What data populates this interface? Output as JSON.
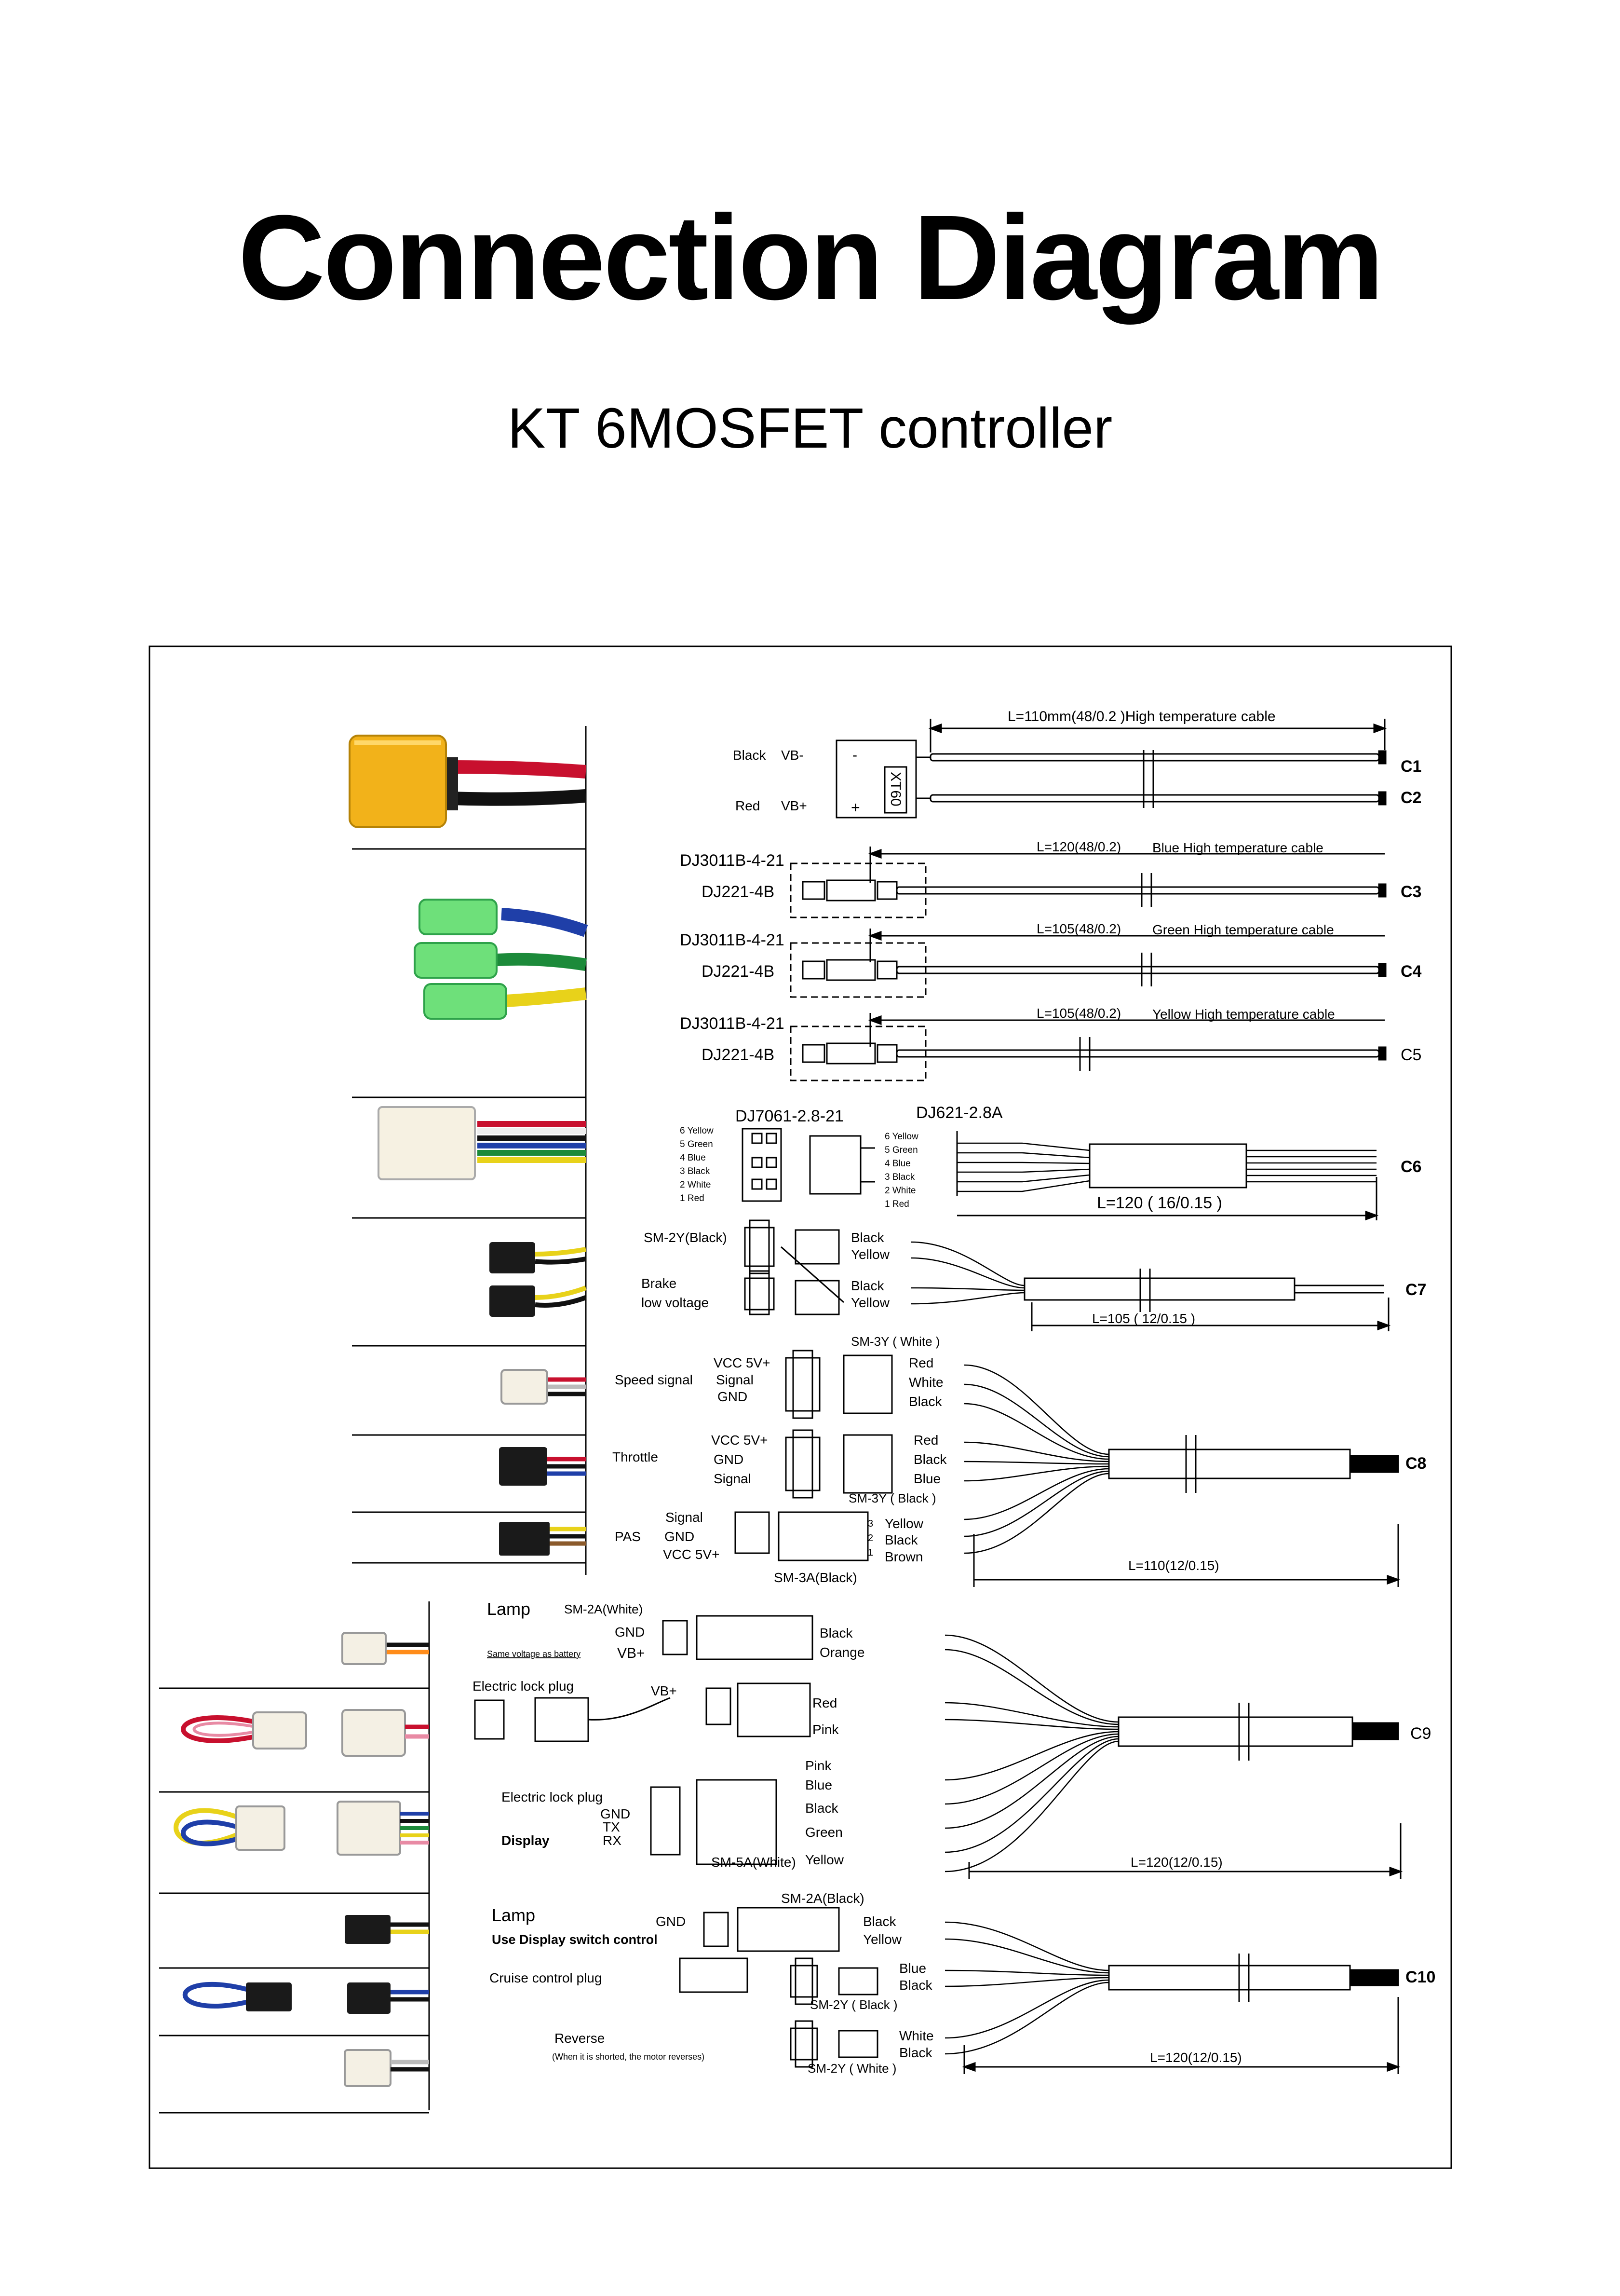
{
  "title": "Connection Diagram",
  "subtitle": "KT 6MOSFET controller",
  "cables": {
    "c1": {
      "id": "C1",
      "length": "L=110mm(48/0.2 )High temperature cable",
      "conn": "XT60",
      "black": "Black",
      "vbm": "VB-",
      "red": "Red",
      "vbp": "VB+",
      "minus": "-",
      "plus": "+"
    },
    "c3": {
      "id": "C3",
      "length": "L=120(48/0.2)",
      "desc": "Blue High temperature cable",
      "housing": "DJ3011B-4-21",
      "terminal": "DJ221-4B"
    },
    "c4": {
      "id": "C4",
      "length": "L=105(48/0.2)",
      "desc": "Green High temperature cable",
      "housing": "DJ3011B-4-21",
      "terminal": "DJ221-4B"
    },
    "c5": {
      "id": "C5",
      "length": "L=105(48/0.2)",
      "desc": "Yellow High temperature cable",
      "housing": "DJ3011B-4-21",
      "terminal": "DJ221-4B"
    },
    "c6": {
      "id": "C6",
      "housing": "DJ7061-2.8-21",
      "terminal": "DJ621-2.8A",
      "length": "L=120 ( 16/0.15 )",
      "pins": [
        "6 Yellow",
        "5 Green",
        "4 Blue",
        "3 Black",
        "2 White",
        "1 Red"
      ]
    },
    "c7": {
      "id": "C7",
      "conn": "SM-2Y(Black)",
      "brake": "Brake",
      "low": "low voltage",
      "black": "Black",
      "yellow": "Yellow",
      "length": "L=105 ( 12/0.15 )"
    },
    "c8": {
      "id": "C8",
      "sm3y_white": "SM-3Y ( White )",
      "sm3y_black": "SM-3Y ( Black )",
      "speed": "Speed signal",
      "throttle": "Throttle",
      "pas": "PAS",
      "vcc": "VCC 5V+",
      "signal": "Signal",
      "gnd": "GND",
      "red": "Red",
      "white": "White",
      "black": "Black",
      "blue": "Blue",
      "yellow": "Yellow",
      "brown": "Brown",
      "sm3a": "SM-3A(Black)",
      "length": "L=110(12/0.15)",
      "one": "1",
      "two": "2",
      "three": "3"
    },
    "c9": {
      "id": "C9",
      "lamp": "Lamp",
      "sm2a_white": "SM-2A(White)",
      "gnd": "GND",
      "same": "Same voltage as battery",
      "vbp": "VB+",
      "black": "Black",
      "orange": "Orange",
      "elock": "Electric lock plug",
      "red": "Red",
      "pink": "Pink",
      "blue": "Blue",
      "green": "Green",
      "yellow": "Yellow",
      "tx": "TX",
      "rx": "RX",
      "display": "Display",
      "sm5a": "SM-5A(White)",
      "length": "L=120(12/0.15)"
    },
    "c10": {
      "id": "C10",
      "lamp": "Lamp",
      "sm2a_black": "SM-2A(Black)",
      "gnd": "GND",
      "usedisp": "Use Display switch control",
      "black": "Black",
      "yellow": "Yellow",
      "cruise": "Cruise control plug",
      "blue": "Blue",
      "sm2y_black": "SM-2Y ( Black )",
      "reverse": "Reverse",
      "rev_note": "(When it is shorted, the motor reverses)",
      "white": "White",
      "sm2y_white": "SM-2Y ( White )",
      "length": "L=120(12/0.15)"
    }
  },
  "colors": {
    "xt60": "#f2b21a",
    "green_conn": "#6ee07a",
    "wire_red": "#c8102e",
    "wire_blue": "#1f3fa8",
    "wire_green": "#1c8a3a",
    "wire_yellow": "#e8d21a",
    "wire_black": "#111111"
  }
}
